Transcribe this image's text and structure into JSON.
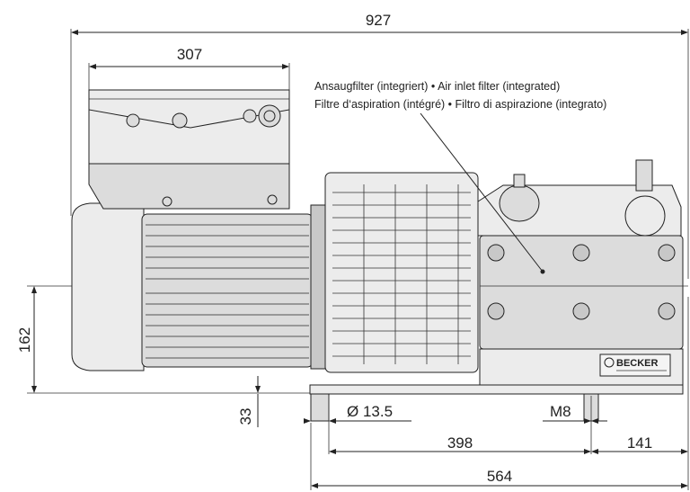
{
  "dimensions": {
    "overall_length": "927",
    "motor_housing_length": "307",
    "shaft_height": "162",
    "foot_height": "33",
    "hole_diameter": "Ø 13.5",
    "thread": "M8",
    "foot_spacing": "398",
    "rear_offset": "141",
    "base_length": "564"
  },
  "callout": {
    "line1": "Ansaugfilter (integriert) • Air inlet filter (integrated)",
    "line2": "Filtre d‘aspiration (intégré) • Filtro di aspirazione (integrato)"
  },
  "nameplate": {
    "brand": "BECKER"
  }
}
